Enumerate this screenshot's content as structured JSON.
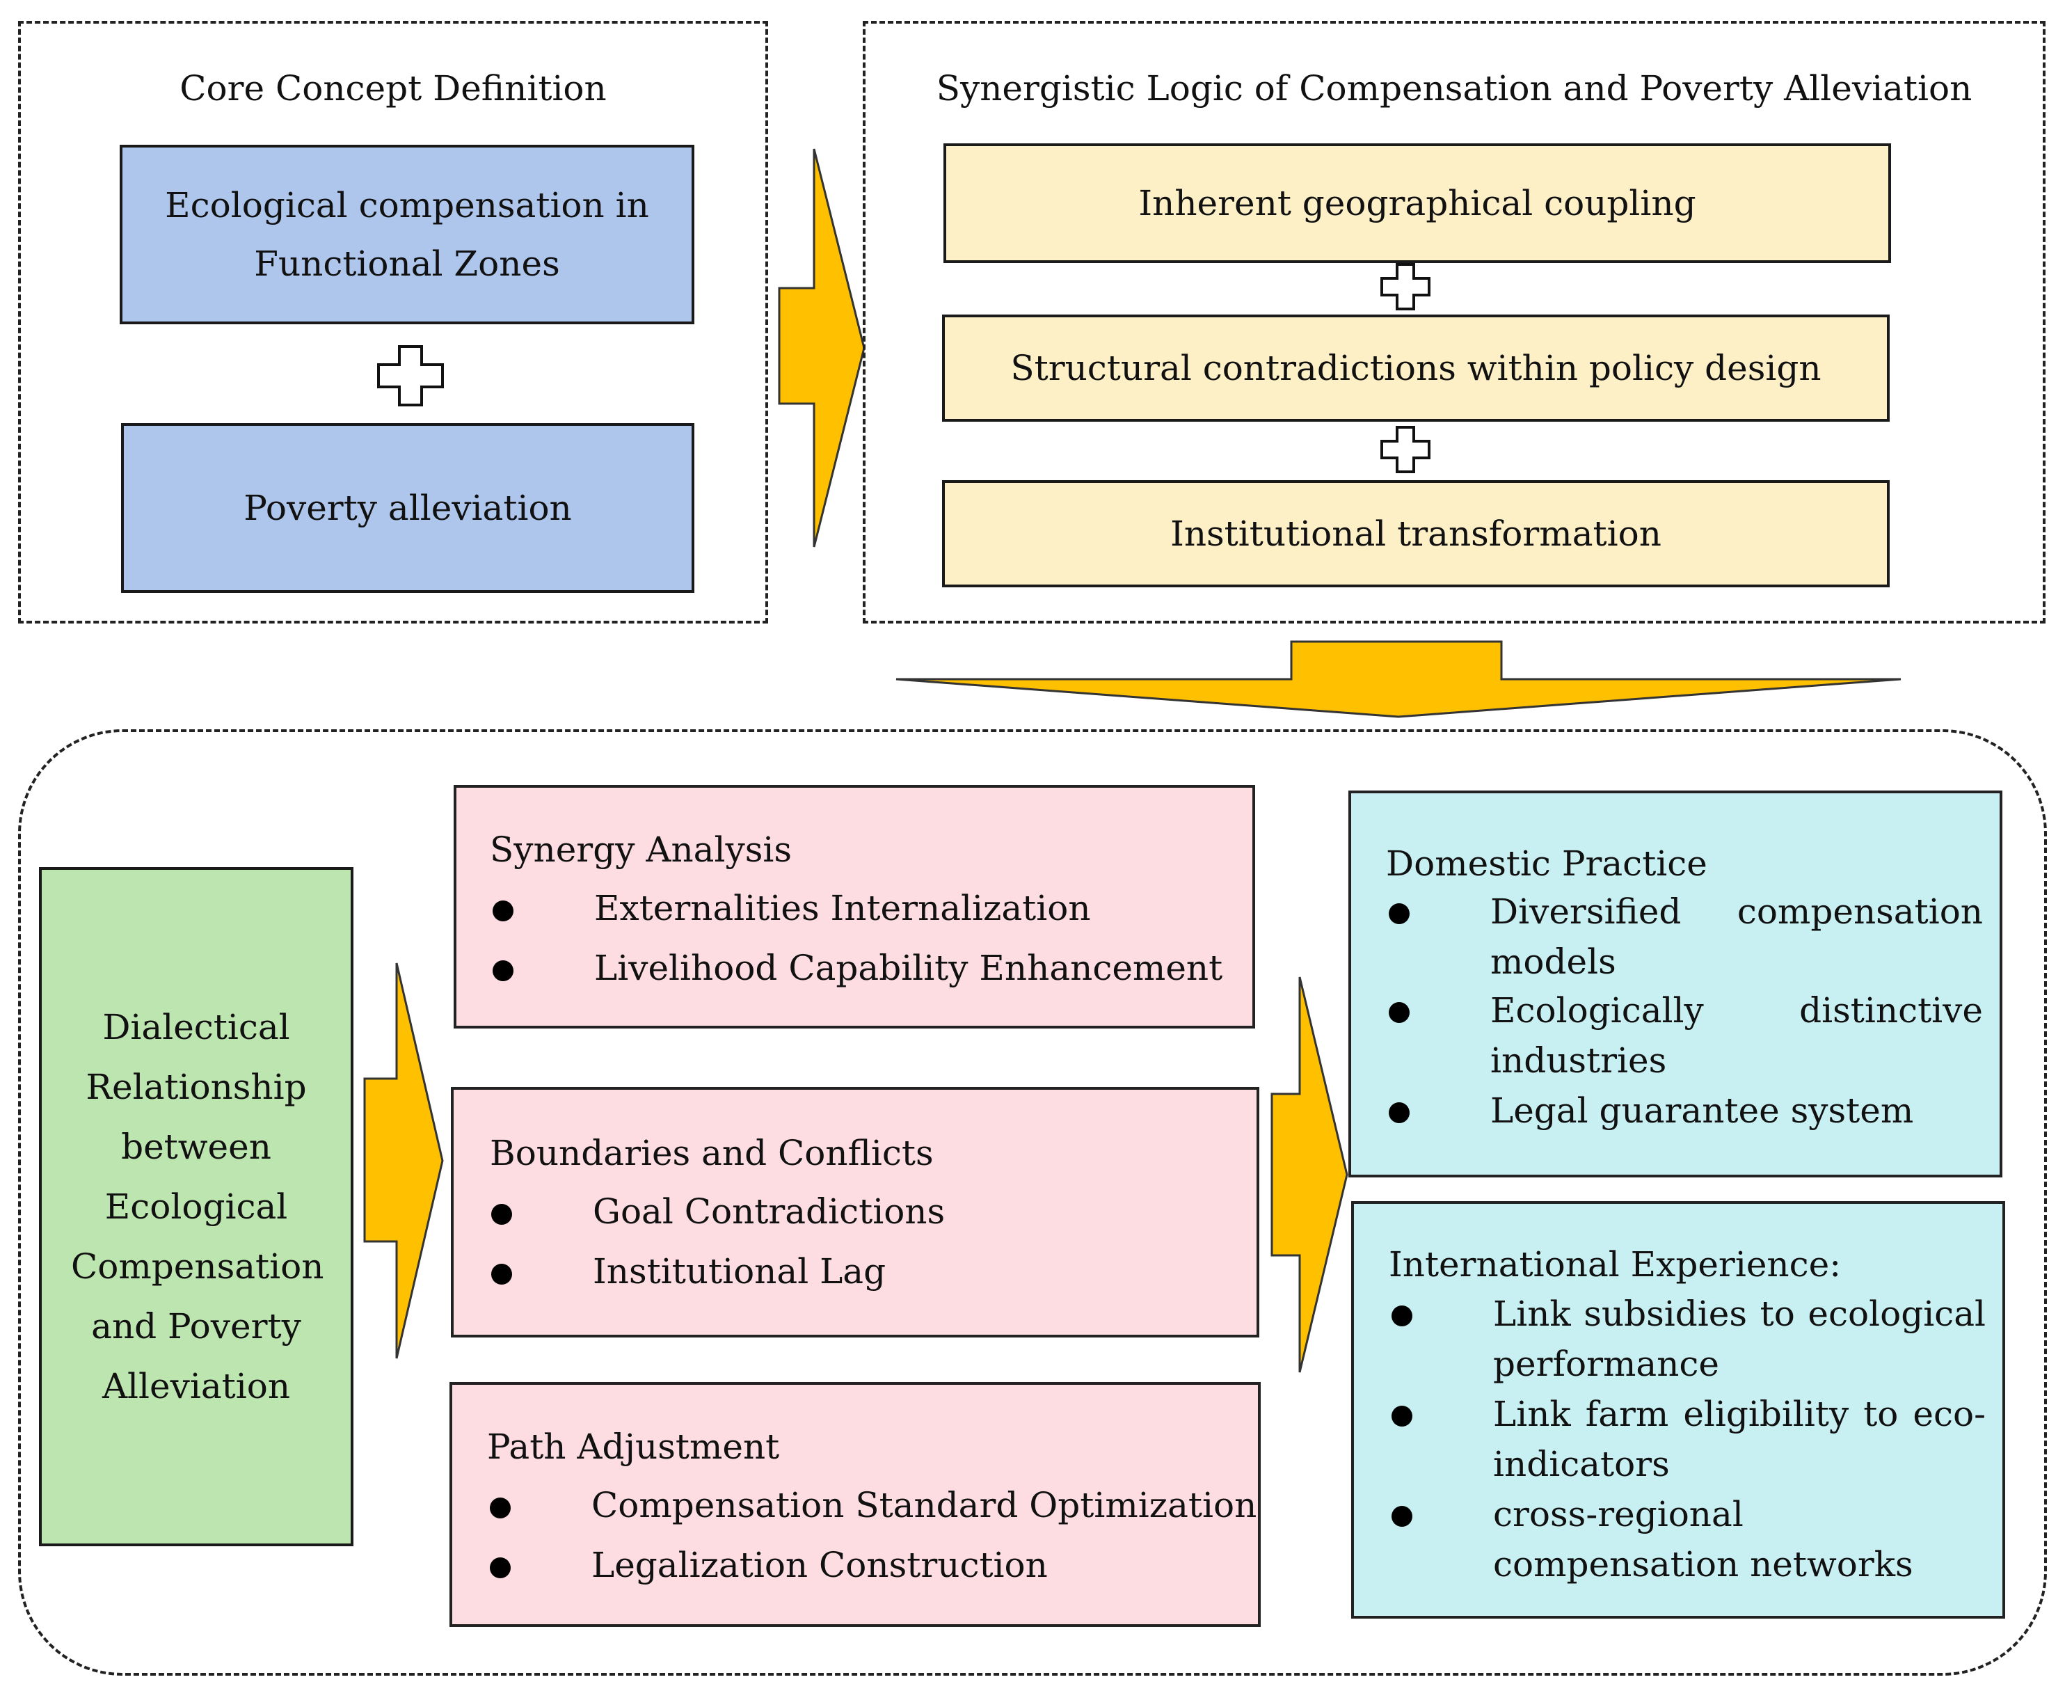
{
  "top_left": {
    "title": "Core Concept Definition",
    "box1": "Ecological compensation in Functional Zones",
    "box2": "Poverty alleviation"
  },
  "top_right": {
    "title": "Synergistic Logic of Compensation and Poverty Alleviation",
    "items": [
      "Inherent geographical coupling",
      "Structural contradictions within policy design",
      "Institutional transformation"
    ]
  },
  "bottom": {
    "left_box": "Dialectical Relationship between Ecological Compensation and Poverty Alleviation",
    "middle": [
      {
        "title": "Synergy Analysis",
        "items": [
          "Externalities Internalization",
          "Livelihood Capability Enhancement"
        ]
      },
      {
        "title": "Boundaries and Conflicts",
        "items": [
          "Goal Contradictions",
          "Institutional Lag"
        ]
      },
      {
        "title": "Path Adjustment",
        "items": [
          "Compensation Standard Optimization",
          "Legalization Construction"
        ]
      }
    ],
    "right": [
      {
        "title": "Domestic Practice",
        "items": [
          "Diversified compensation models",
          "Ecologically distinctive industries",
          "Legal guarantee system"
        ]
      },
      {
        "title": "International Experience:",
        "items": [
          "Link subsidies to ecological performance",
          "Link farm eligibility to eco-indicators",
          "cross-regional compensation networks"
        ]
      }
    ]
  },
  "colors": {
    "blue": "#aec6ec",
    "yellow_box": "#fdefc6",
    "green": "#bde5b0",
    "pink": "#fddde2",
    "cyan": "#c8f0f2",
    "arrow": "#ffc000"
  }
}
